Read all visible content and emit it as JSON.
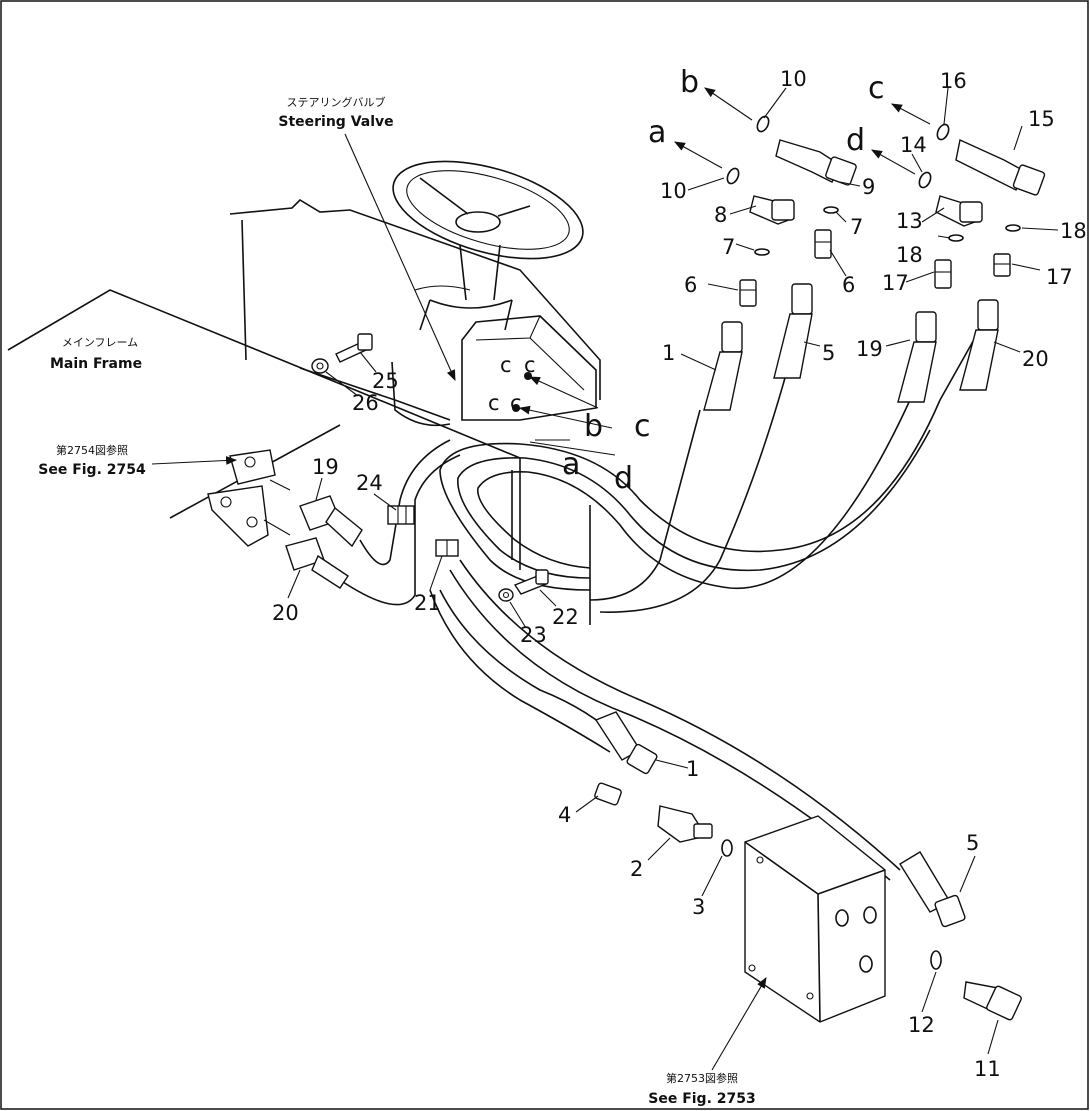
{
  "callouts": {
    "steering_valve": {
      "jp": "ステアリングバルブ",
      "en": "Steering Valve"
    },
    "main_frame": {
      "jp": "メインフレーム",
      "en": "Main Frame"
    },
    "fig_2754": {
      "jp": "第2754図参照",
      "en": "See Fig. 2754"
    },
    "fig_2753": {
      "jp": "第2753図参照",
      "en": "See Fig. 2753"
    }
  },
  "connection_letters": [
    "a",
    "b",
    "c",
    "d"
  ],
  "part_numbers": [
    "1",
    "2",
    "3",
    "4",
    "5",
    "6",
    "7",
    "8",
    "9",
    "10",
    "11",
    "12",
    "13",
    "14",
    "15",
    "16",
    "17",
    "18",
    "19",
    "20",
    "21",
    "22",
    "23",
    "24",
    "25",
    "26"
  ],
  "colors": {
    "line": "#111111",
    "background": "#ffffff"
  }
}
